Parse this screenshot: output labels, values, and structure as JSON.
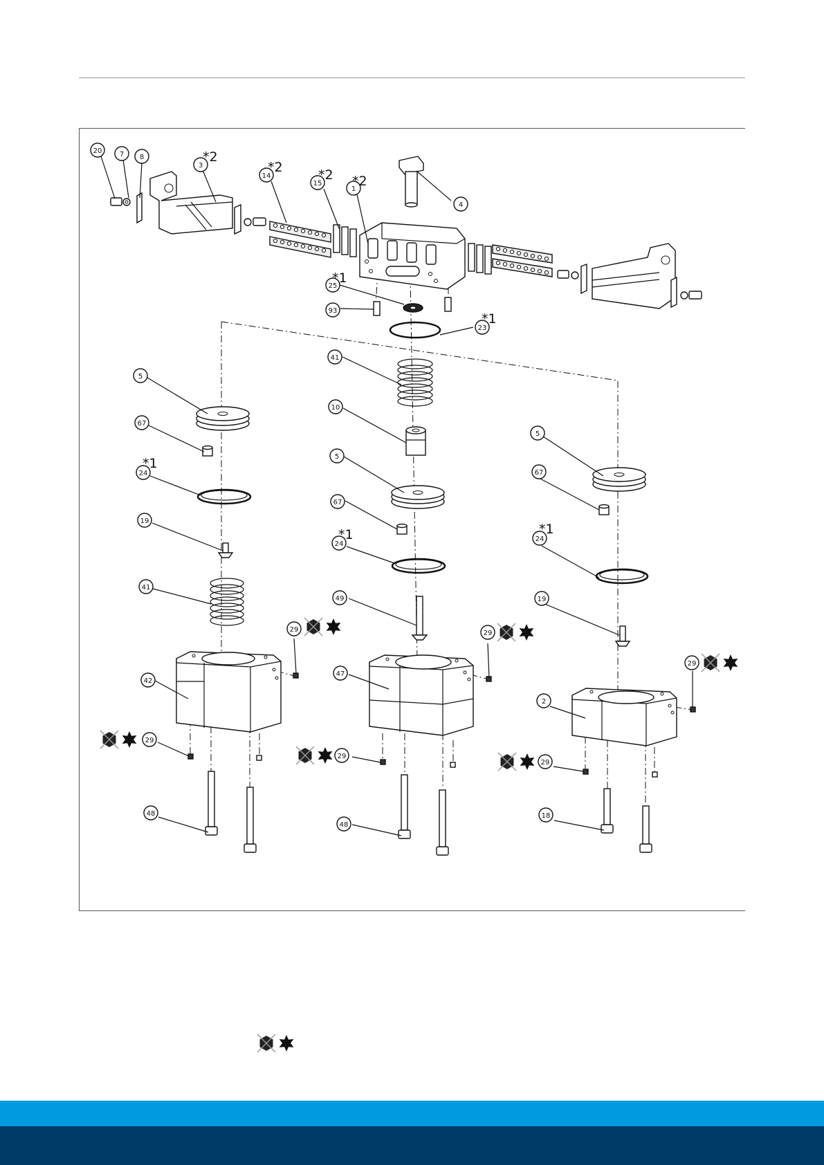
{
  "colors": {
    "footer_light": "#009bde",
    "footer_dark": "#003a66",
    "rule": "#9a9a9a",
    "ink": "#111111"
  },
  "balloons": [
    {
      "id": "b-20",
      "text": "20"
    },
    {
      "id": "b-7",
      "text": "7"
    },
    {
      "id": "b-8",
      "text": "8"
    },
    {
      "id": "b-3",
      "text": "3"
    },
    {
      "id": "b-14",
      "text": "14"
    },
    {
      "id": "b-15",
      "text": "15"
    },
    {
      "id": "b-1",
      "text": "1"
    },
    {
      "id": "b-4",
      "text": "4"
    },
    {
      "id": "b-25",
      "text": "25"
    },
    {
      "id": "b-93",
      "text": "93"
    },
    {
      "id": "b-23",
      "text": "23"
    },
    {
      "id": "b-41a",
      "text": "41"
    },
    {
      "id": "b-10",
      "text": "10"
    },
    {
      "id": "b-5a",
      "text": "5"
    },
    {
      "id": "b-67a",
      "text": "67"
    },
    {
      "id": "b-24a",
      "text": "24"
    },
    {
      "id": "b-19a",
      "text": "19"
    },
    {
      "id": "b-41b",
      "text": "41"
    },
    {
      "id": "b-42",
      "text": "42"
    },
    {
      "id": "b-29a",
      "text": "29"
    },
    {
      "id": "b-48a",
      "text": "48"
    },
    {
      "id": "b-5b",
      "text": "5"
    },
    {
      "id": "b-67b",
      "text": "67"
    },
    {
      "id": "b-24b",
      "text": "24"
    },
    {
      "id": "b-49",
      "text": "49"
    },
    {
      "id": "b-29b",
      "text": "29"
    },
    {
      "id": "b-47",
      "text": "47"
    },
    {
      "id": "b-29c",
      "text": "29"
    },
    {
      "id": "b-48b",
      "text": "48"
    },
    {
      "id": "b-5c",
      "text": "5"
    },
    {
      "id": "b-67c",
      "text": "67"
    },
    {
      "id": "b-24c",
      "text": "24"
    },
    {
      "id": "b-19b",
      "text": "19"
    },
    {
      "id": "b-29d",
      "text": "29"
    },
    {
      "id": "b-2",
      "text": "2"
    },
    {
      "id": "b-29e",
      "text": "29"
    },
    {
      "id": "b-18",
      "text": "18"
    },
    {
      "id": "b-29f",
      "text": "29"
    }
  ],
  "notes": {
    "n2": "*2",
    "n1": "*1"
  }
}
